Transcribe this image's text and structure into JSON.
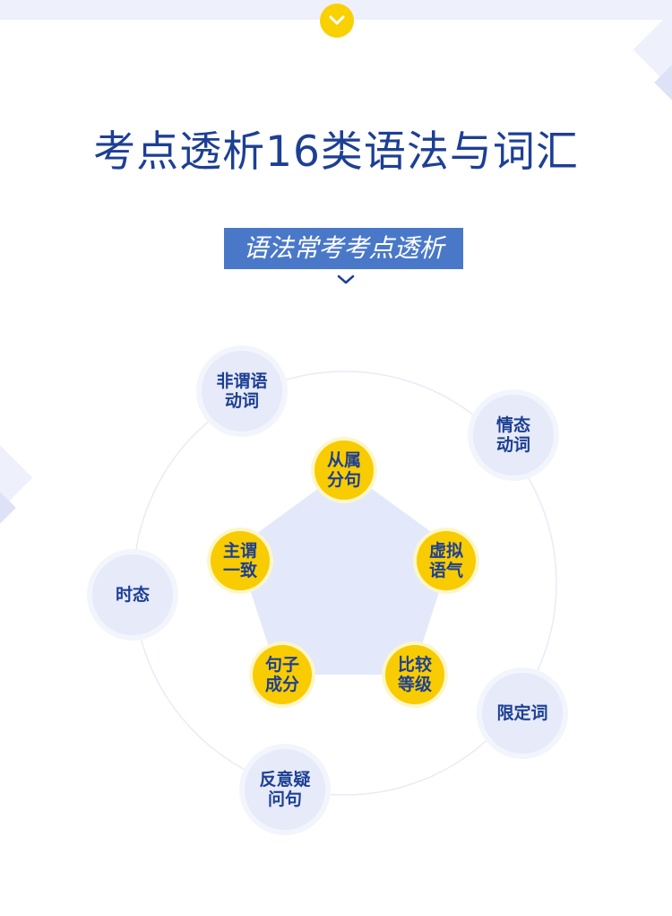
{
  "title": "考点透析16类语法与词汇",
  "subtitle": "语法常考考点透析",
  "icons": {
    "top_badge": "chevron-down-icon",
    "subtitle_arrow": "chevron-down-icon"
  },
  "colors": {
    "title": "#1d3f94",
    "subtitle_bg": "#4a78c9",
    "yellow": "#f8cc00",
    "outer_node": "#e6eaf9",
    "pentagon": "#e3e8fb"
  },
  "outer_topics": [
    "非谓语\n动词",
    "情态\n动词",
    "时态",
    "限定词",
    "反意疑\n问句"
  ],
  "inner_topics": [
    "从属\n分句",
    "虚拟\n语气",
    "比较\n等级",
    "句子\n成分",
    "主谓\n一致"
  ]
}
